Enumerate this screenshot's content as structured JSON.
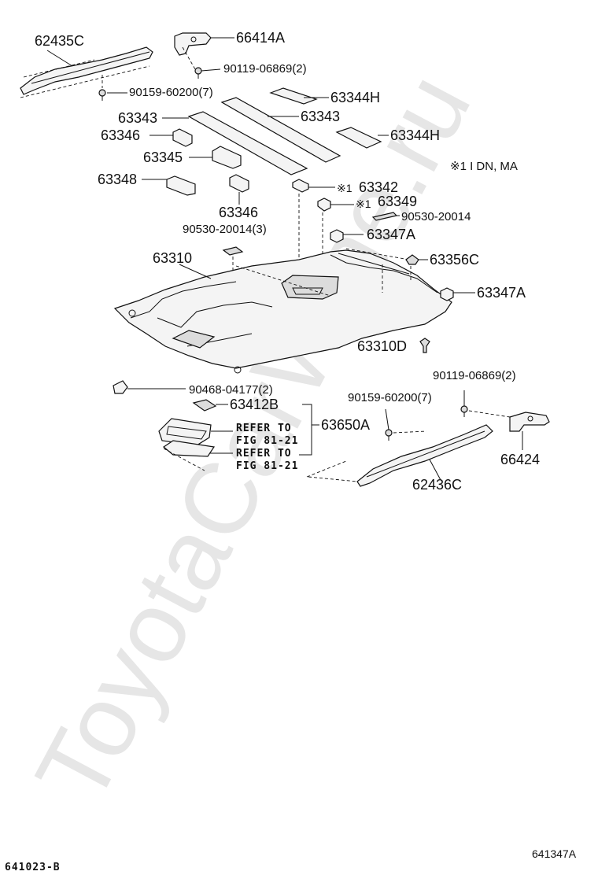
{
  "watermark": "ToyotaCarWine.ru",
  "footer": {
    "left_code": "641023-B",
    "right_code": "641347A"
  },
  "note": "※1 I DN, MA",
  "mark": "※1",
  "refer_lines": [
    "REFER TO",
    "FIG 81-21"
  ],
  "parts": {
    "p62435C": "62435C",
    "p66414A": "66414A",
    "p90119a": "90119-06869(2)",
    "p90159a": "90159-60200(7)",
    "p63344H_1": "63344H",
    "p63343_a": "63343",
    "p63343_b": "63343",
    "p63346_a": "63346",
    "p63344H_2": "63344H",
    "p63345": "63345",
    "p63348": "63348",
    "p63342": "63342",
    "p63349": "63349",
    "p63346_b": "63346",
    "p90530a": "90530-20014",
    "p90530b": "90530-20014(3)",
    "p63347A_1": "63347A",
    "p63310": "63310",
    "p63356C": "63356C",
    "p63347A_2": "63347A",
    "p63310D": "63310D",
    "p90119b": "90119-06869(2)",
    "p90468": "90468-04177(2)",
    "p90159b": "90159-60200(7)",
    "p63412B": "63412B",
    "p63650A": "63650A",
    "p66424": "66424",
    "p62436C": "62436C"
  }
}
